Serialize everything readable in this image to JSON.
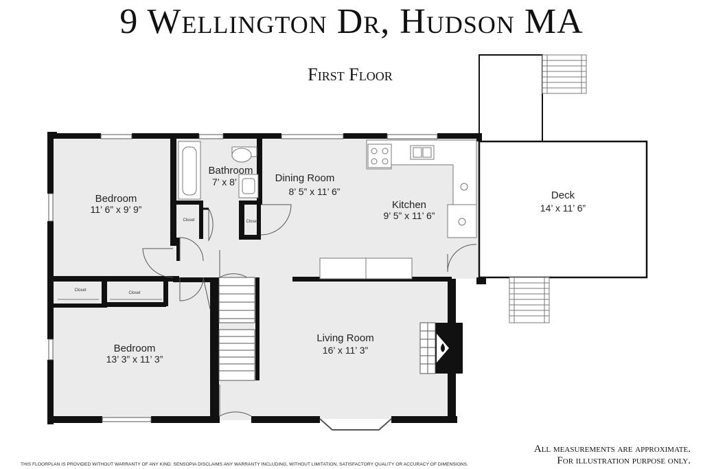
{
  "header": {
    "title": "9 Wellington Dr, Hudson MA",
    "floor": "First Floor"
  },
  "rooms": [
    {
      "id": "bedroom-1",
      "name": "Bedroom",
      "dims": "11’ 6” x 9’ 9”"
    },
    {
      "id": "bathroom",
      "name": "Bathroom",
      "dims": "7’ x 8’"
    },
    {
      "id": "dining-room",
      "name": "Dining Room",
      "dims": "8’ 5” x 11’ 6”"
    },
    {
      "id": "kitchen",
      "name": "Kitchen",
      "dims": "9’ 5” x 11’ 6”"
    },
    {
      "id": "deck",
      "name": "Deck",
      "dims": "14’ x 11’ 6”"
    },
    {
      "id": "bedroom-2",
      "name": "Bedroom",
      "dims": "13’ 3” x 11’ 3”"
    },
    {
      "id": "living-room",
      "name": "Living Room",
      "dims": "16’ x 11’ 3”"
    }
  ],
  "closets": [
    "Closet",
    "Closet",
    "Closet",
    "Closet"
  ],
  "footer": {
    "note_line1": "All measurements are approximate.",
    "note_line2": "For illustration purpose only.",
    "disclaimer": "THIS FLOORPLAN IS PROVIDED WITHOUT WARRANTY OF ANY KIND. SENSOPIA DISCLAIMS ANY WARRANTY INCLUDING, WITHOUT LIMITATION, SATISFACTORY QUALITY OR ACCURACY OF DIMENSIONS."
  },
  "colors": {
    "floor": "#ebebeb",
    "wall": "#111111",
    "fixture": "#ffffff",
    "deck": "#ffffff"
  }
}
